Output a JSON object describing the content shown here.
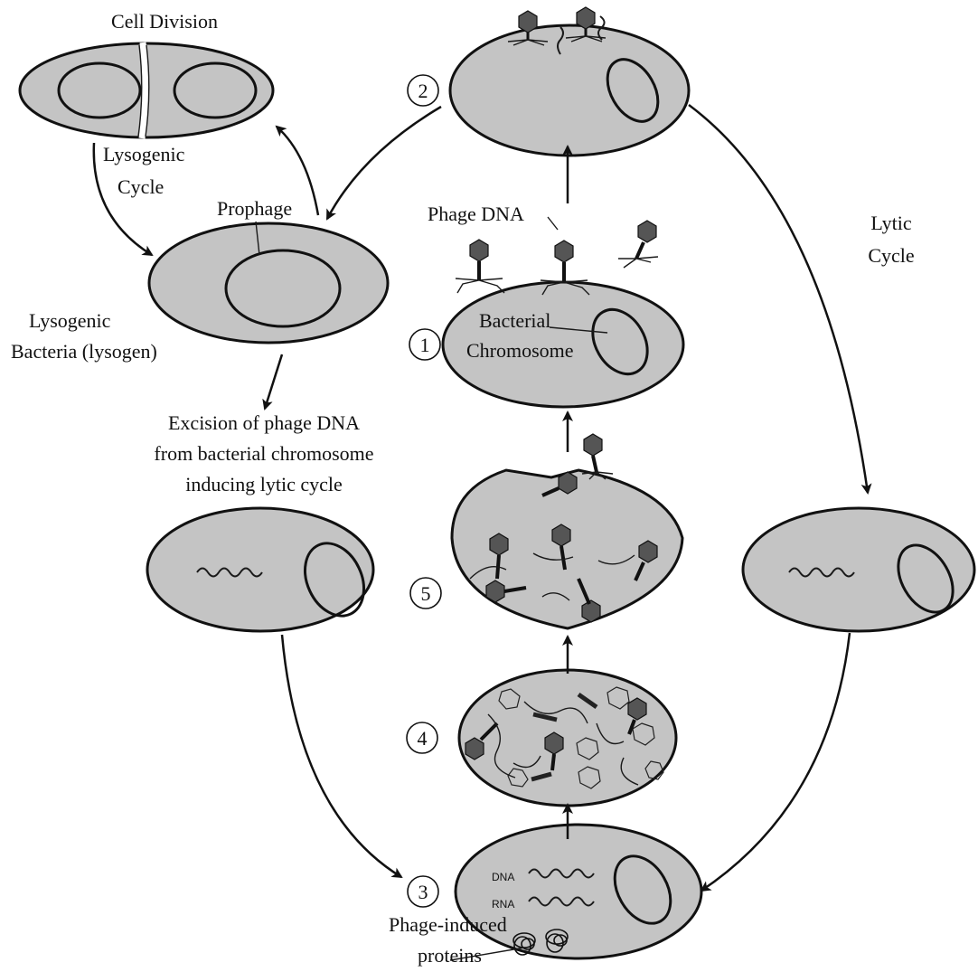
{
  "labels": {
    "cell_division": "Cell Division",
    "lysogenic_cycle_line1": "Lysogenic",
    "lysogenic_cycle_line2": "Cycle",
    "prophage": "Prophage",
    "lysogen_line1": "Lysogenic",
    "lysogen_line2": "Bacteria (lysogen)",
    "excision_line1": "Excision of phage DNA",
    "excision_line2": "from bacterial chromosome",
    "excision_line3": "inducing lytic cycle",
    "phage_dna": "Phage DNA",
    "bacterial_chrom_line1": "Bacterial",
    "bacterial_chrom_line2": "Chromosome",
    "lytic_cycle_line1": "Lytic",
    "lytic_cycle_line2": "Cycle",
    "dna": "DNA",
    "rna": "RNA",
    "phage_proteins_line1": "Phage-induced",
    "phage_proteins_line2": "proteins"
  },
  "steps": [
    "1",
    "2",
    "3",
    "4",
    "5"
  ],
  "colors": {
    "cytoplasm": "#c4c4c4",
    "outline": "#111111",
    "background": "#ffffff"
  },
  "icons": [
    "bacteriophage-icon",
    "dna-strand-icon",
    "capsid-icon",
    "protein-cluster-icon"
  ]
}
